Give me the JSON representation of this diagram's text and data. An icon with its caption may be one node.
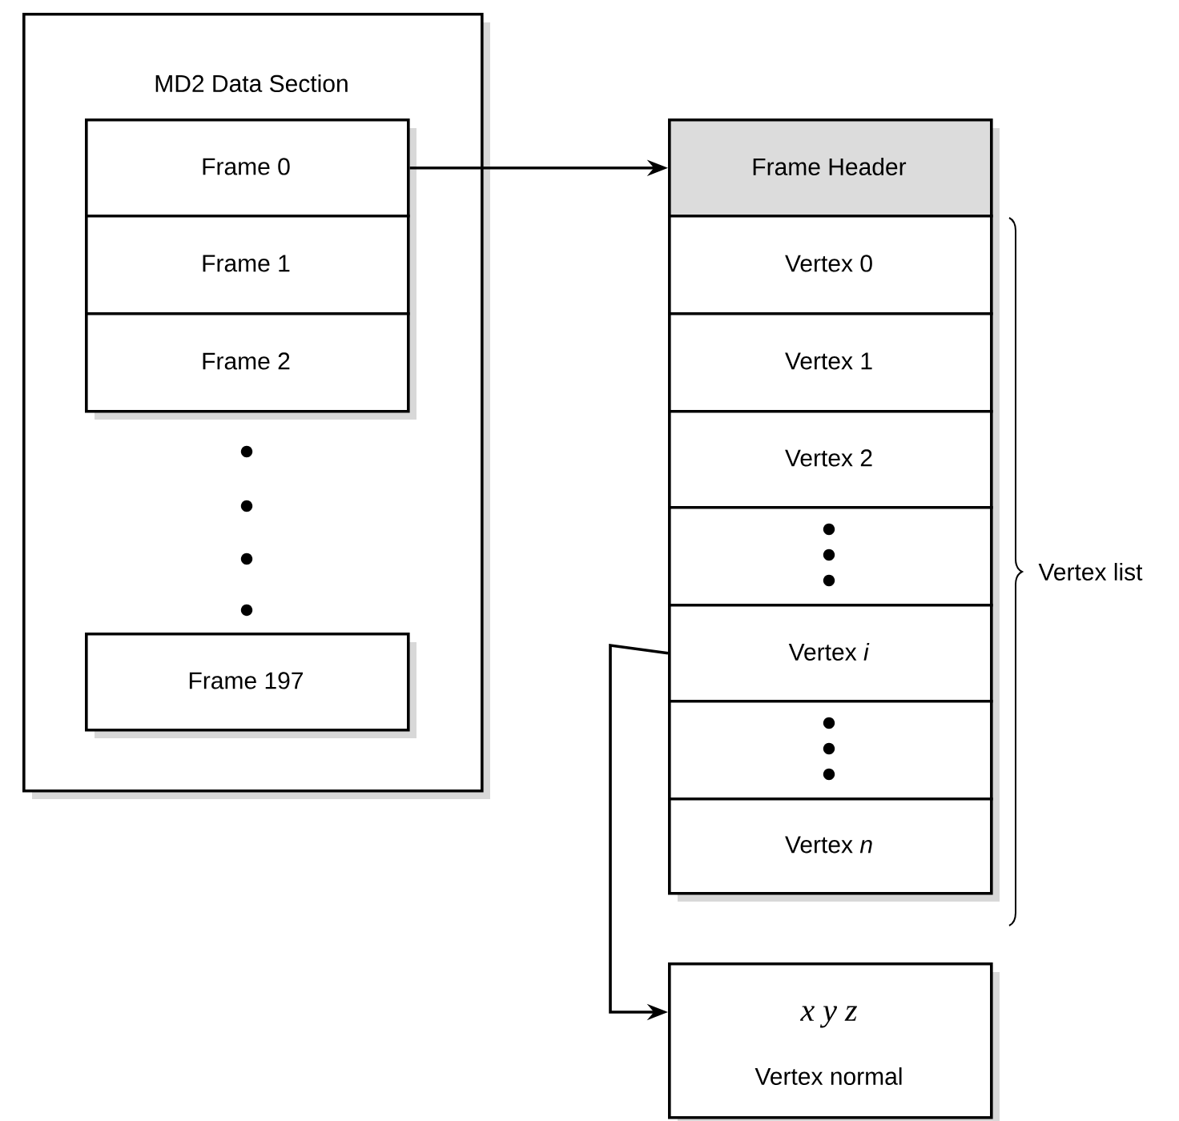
{
  "diagram": {
    "nodes": [
      {
        "text": [
          "MD2 Data Section"
        ]
      },
      {
        "text": [
          "Frame 0"
        ],
        "in": 0
      },
      {
        "text": [
          "Frame 1"
        ],
        "in": 0
      },
      {
        "text": [
          "Frame 2"
        ],
        "in": 0
      },
      {
        "text": [
          "Frame 197"
        ],
        "in": 0
      },
      {
        "text": [
          "Frame Header"
        ]
      },
      {
        "text": [
          "Vertex 0"
        ]
      },
      {
        "text": [
          "Vertex 1"
        ]
      },
      {
        "text": [
          "Vertex 2"
        ]
      },
      {
        "text": [],
        "shape": "box"
      },
      {
        "text": [
          "Vertex *i*"
        ]
      },
      {
        "text": [],
        "shape": "box"
      },
      {
        "text": [
          "Vertex *n*"
        ]
      },
      {
        "text": [
          "x y z",
          "Vertex normal"
        ]
      }
    ],
    "edges": [
      {
        "from": 1,
        "to": 5,
        "arrow": "to"
      },
      {
        "from": 10,
        "to": 13,
        "arrow": "to"
      }
    ],
    "labels": [
      "Vertex list"
    ]
  }
}
